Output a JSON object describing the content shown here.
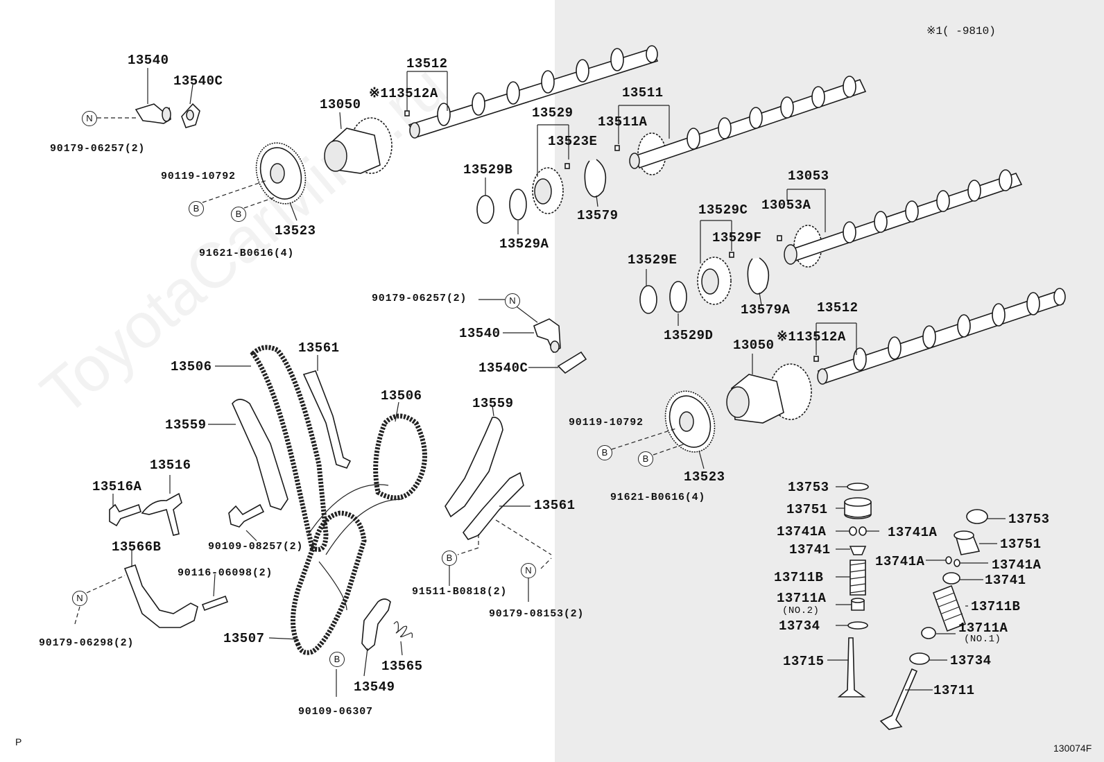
{
  "header_note": "※1(      -9810)",
  "footer_code": "130074F",
  "page_marker": "P",
  "watermark": "ToyotaCarMine.ru",
  "circle_marks": {
    "n": "N",
    "b": "B"
  },
  "labels": {
    "l13540_top": "13540",
    "l13540c_top": "13540C",
    "l90179_06257_top": "90179-06257(2)",
    "l90119_10792_top": "90119-10792",
    "l91621_top": "91621-B0616(4)",
    "l13523_top": "13523",
    "l13050_top": "13050",
    "l13512_top": "13512",
    "l13512a_top": "※113512A",
    "l13529": "13529",
    "l13523e": "13523E",
    "l13529b": "13529B",
    "l13529a": "13529A",
    "l13579": "13579",
    "l13511": "13511",
    "l13511a": "13511A",
    "l13053": "13053",
    "l13053a": "13053A",
    "l13529c": "13529C",
    "l13529f": "13529F",
    "l13529e": "13529E",
    "l13529d": "13529D",
    "l13579a": "13579A",
    "l13512_bot": "13512",
    "l13512a_bot": "※113512A",
    "l13050_bot": "13050",
    "l90179_06257_mid": "90179-06257(2)",
    "l13540_mid": "13540",
    "l13540c_mid": "13540C",
    "l90119_10792_bot": "90119-10792",
    "l91621_bot": "91621-B0616(4)",
    "l13523_bot": "13523",
    "l13506_left": "13506",
    "l13561_top": "13561",
    "l13506_right": "13506",
    "l13559_left": "13559",
    "l13559_right": "13559",
    "l13516": "13516",
    "l13516a": "13516A",
    "l90109_08257": "90109-08257(2)",
    "l13561_right": "13561",
    "l91511": "91511-B0818(2)",
    "l90179_08153": "90179-08153(2)",
    "l13566b": "13566B",
    "l90116_06098": "90116-06098(2)",
    "l90179_06298": "90179-06298(2)",
    "l13507": "13507",
    "l13565": "13565",
    "l13549": "13549",
    "l90109_06307": "90109-06307",
    "l13753_l": "13753",
    "l13751_l": "13751",
    "l13741a_l1": "13741A",
    "l13741a_l2": "13741A",
    "l13741_l": "13741",
    "l13711b_l": "13711B",
    "l13711a_l": "13711A",
    "l13711a_l_sub": "(NO.2)",
    "l13734_l": "13734",
    "l13715": "13715",
    "l13753_r": "13753",
    "l13751_r": "13751",
    "l13741a_r1": "13741A",
    "l13741a_r2": "13741A",
    "l13741_r": "13741",
    "l13711b_r": "13711B",
    "l13711a_r": "13711A",
    "l13711a_r_sub": "(NO.1)",
    "l13734_r": "13734",
    "l13711": "13711"
  }
}
